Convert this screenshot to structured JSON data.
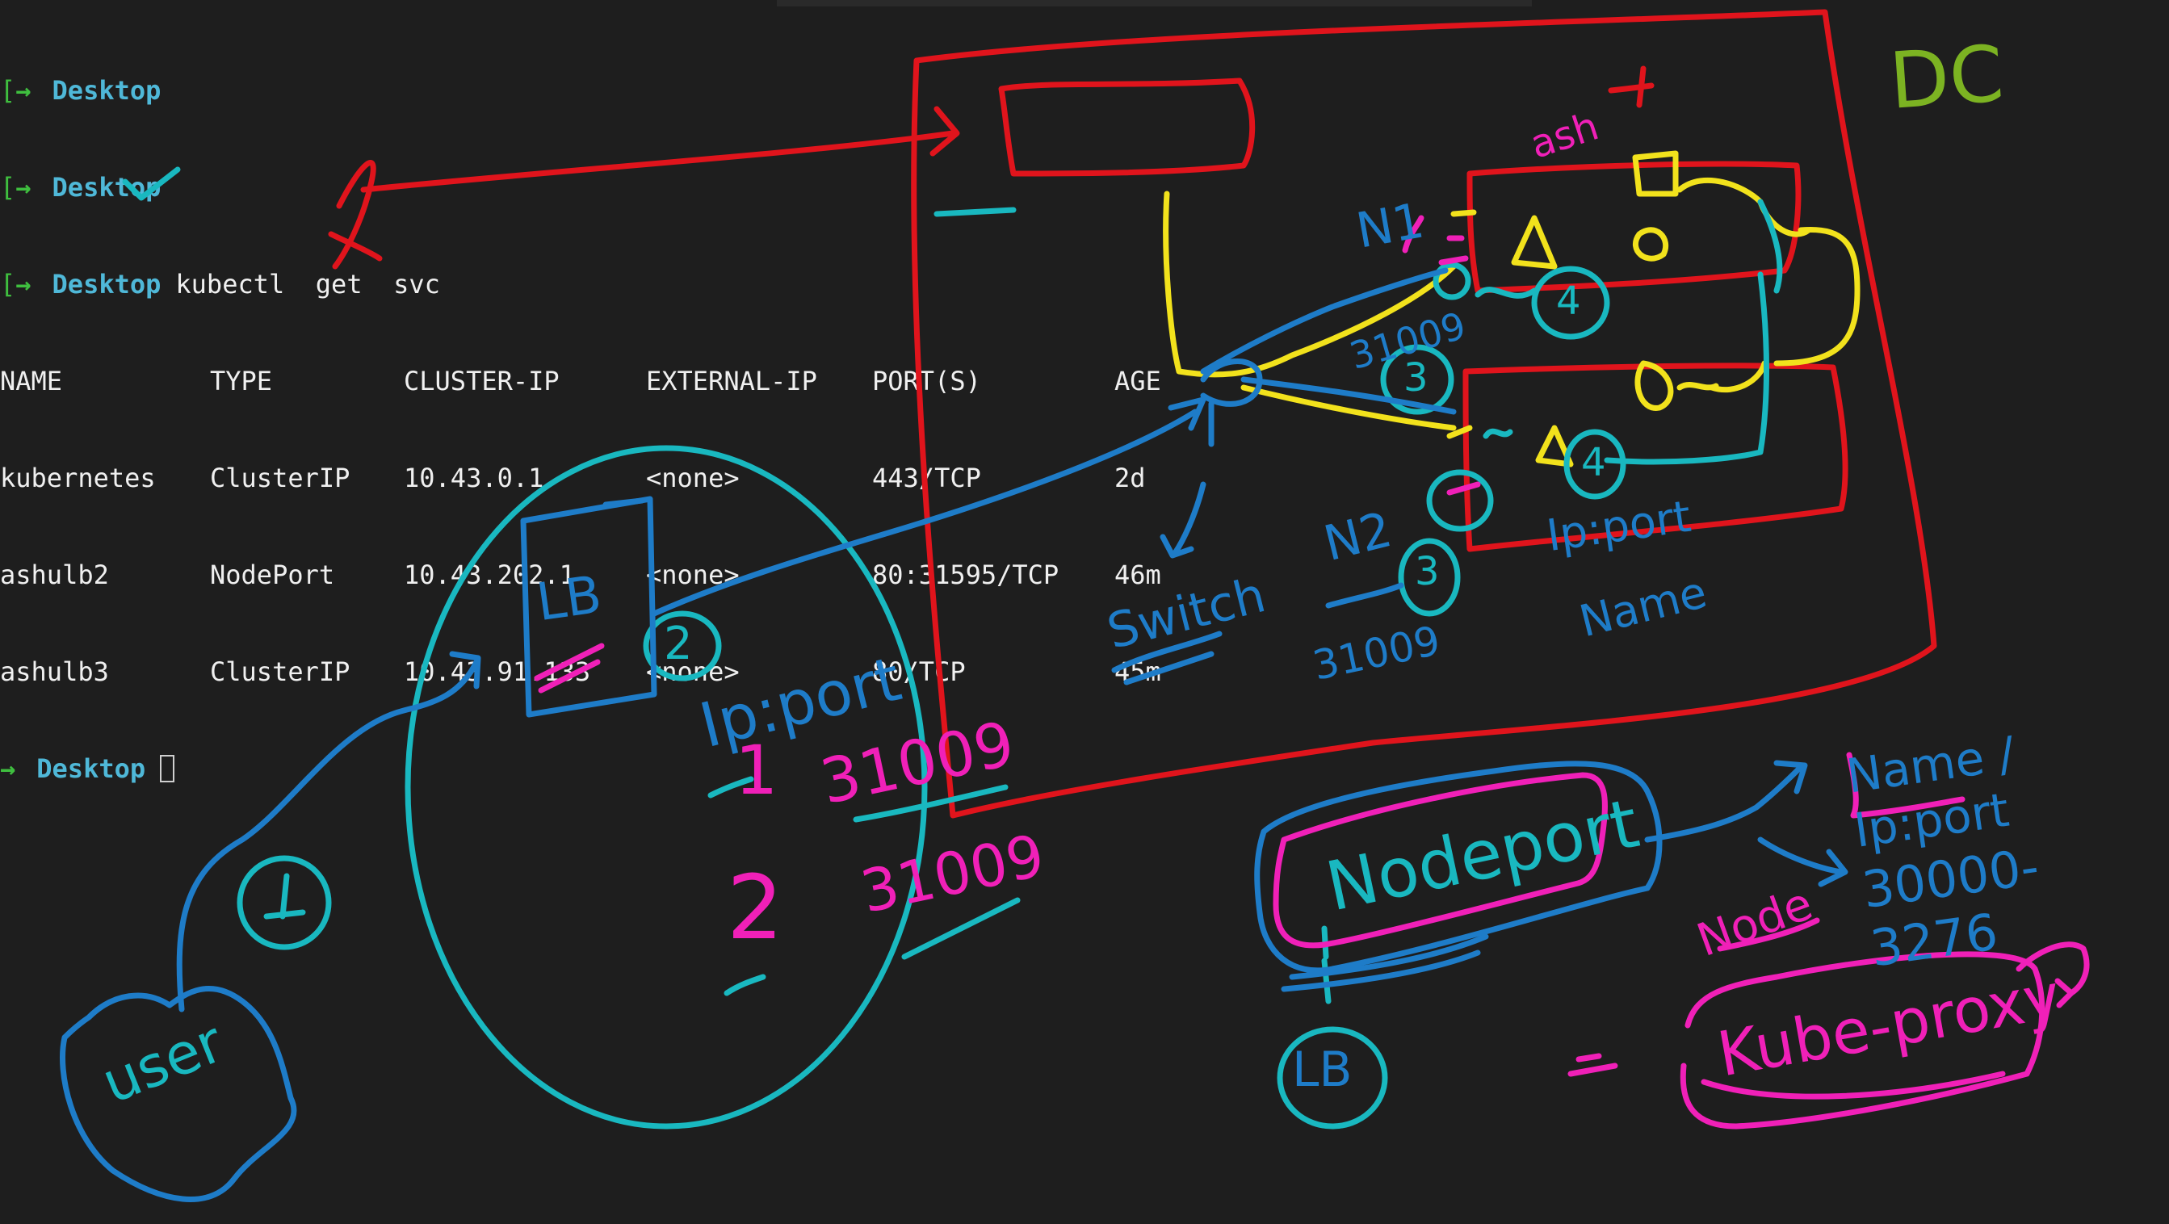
{
  "terminal": {
    "prompts": [
      {
        "arrow": "→",
        "cwd": "Desktop",
        "command": ""
      },
      {
        "arrow": "→",
        "cwd": "Desktop",
        "command": ""
      },
      {
        "arrow": "→",
        "cwd": "Desktop",
        "command": "kubectl  get  svc"
      }
    ],
    "table": {
      "columns": [
        "NAME",
        "TYPE",
        "CLUSTER-IP",
        "EXTERNAL-IP",
        "PORT(S)",
        "AGE"
      ],
      "rows": [
        [
          "kubernetes",
          "ClusterIP",
          "10.43.0.1",
          "<none>",
          "443/TCP",
          "2d"
        ],
        [
          "ashulb2",
          "NodePort",
          "10.43.202.1",
          "<none>",
          "80:31595/TCP",
          "46m"
        ],
        [
          "ashulb3",
          "ClusterIP",
          "10.43.91.133",
          "<none>",
          "80/TCP",
          "45m"
        ]
      ]
    },
    "last_prompt": {
      "arrow": "→",
      "cwd": "Desktop"
    }
  },
  "annotations": {
    "dc": "DC",
    "ash": "ash",
    "lb_box": "LB",
    "num_2": "2",
    "num_1_user": "1",
    "user": "user",
    "ipport": "Ip:port",
    "port_1": "31009",
    "port_2": "31009",
    "mark_1": "1",
    "mark_2": "2",
    "n1": "N1",
    "n2": "N2",
    "port_31009_a": "31009",
    "port_31009_b": "31009",
    "circle_3a": "3",
    "circle_3b": "3",
    "circle_4a": "4",
    "circle_4b": "4",
    "switch": "Switch",
    "ep_name": "Ip:port",
    "ep_name2": "Name",
    "nodeport": "Nodeport",
    "lb_small": "LB",
    "name_ip": "Name / Ip:port",
    "range": "30000-3276",
    "node": "Node",
    "kubeproxy": "Kube-proxy"
  },
  "colors": {
    "background": "#1e1e1e",
    "terminal_text": "#f0f0f0",
    "prompt_arrow": "#3fbf3f",
    "prompt_cwd": "#4fb8d8",
    "ink_red": "#e0141c",
    "ink_yellow": "#f2e21c",
    "ink_teal": "#19b8c0",
    "ink_blue": "#1e7cc8",
    "ink_magenta": "#f020b8",
    "ink_green": "#7cb322"
  }
}
